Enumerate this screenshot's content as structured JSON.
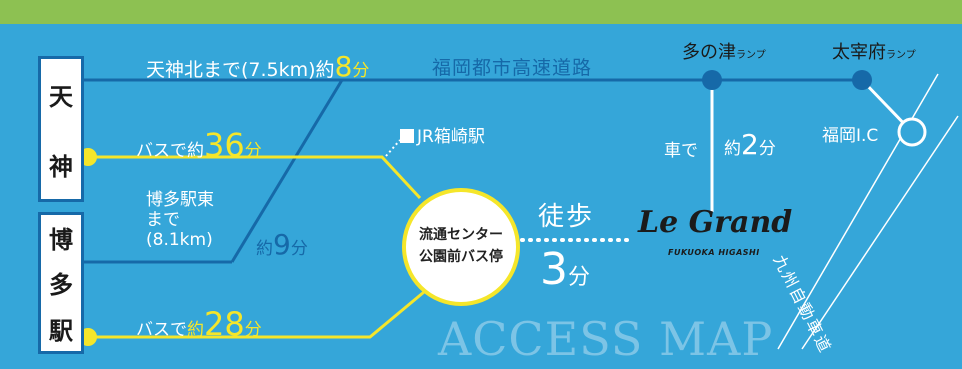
{
  "stations": {
    "tenjin": [
      "天",
      "神"
    ],
    "hakata": [
      "博",
      "多",
      "駅"
    ]
  },
  "routes": {
    "tenjin_kita_prefix": "天神北まで(7.5km)約",
    "tenjin_kita_num": "8",
    "tenjin_kita_unit": "分",
    "expressway": "福岡都市高速道路",
    "bus_tenjin_prefix": "バスで約",
    "bus_tenjin_num": "36",
    "bus_tenjin_unit": "分",
    "hakata_east_line1": "博多駅東",
    "hakata_east_line2": "まで",
    "hakata_east_line3": "(8.1km)",
    "hakata_east_prefix": "約",
    "hakata_east_num": "9",
    "hakata_east_unit": "分",
    "bus_hakata_prefix": "バスで",
    "bus_hakata_yaku": "約",
    "bus_hakata_num": "28",
    "bus_hakata_unit": "分"
  },
  "landmarks": {
    "jr_hakozaki": "JR箱崎駅",
    "tanotsu": "多の津",
    "tanotsu_ramp": "ランプ",
    "dazaifu": "太宰府",
    "dazaifu_ramp": "ランプ",
    "fukuoka_ic": "福岡I.C",
    "car_prefix": "車で",
    "car_yaku": "約",
    "car_num": "2",
    "car_unit": "分",
    "kyushu_expressway": "九州自動車道"
  },
  "bus_stop": {
    "line1": "流通センター",
    "line2": "公園前バス停"
  },
  "walk": {
    "label": "徒歩",
    "num": "3",
    "unit": "分"
  },
  "destination": {
    "logo": "Le Grand",
    "sub": "FUKUOKA HIGASHI"
  },
  "footer": {
    "title": "ACCESS MAP"
  },
  "colors": {
    "background": "#35a6d9",
    "topbar": "#8dc152",
    "route_blue": "#1669a8",
    "route_yellow": "#f5e62a"
  }
}
